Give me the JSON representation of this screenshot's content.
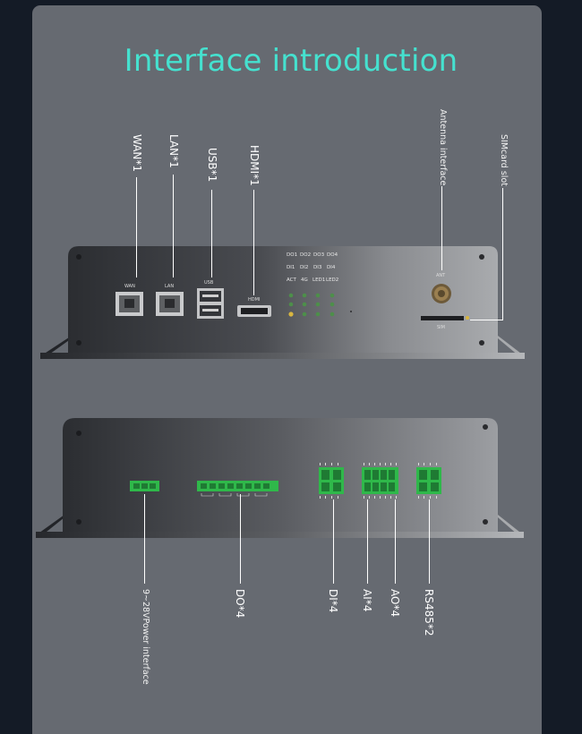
{
  "title": "Interface introduction",
  "top_callouts": {
    "wan": "WAN*1",
    "lan": "LAN*1",
    "usb": "USB*1",
    "hdmi": "HDMI*1",
    "antenna": "Antenna interface",
    "simcard": "SIMcard slot"
  },
  "front_panel_labels": {
    "wan": "WAN",
    "lan": "LAN",
    "usb": "USB",
    "hdmi": "HDMI",
    "ant": "ANT",
    "sim": "SIM",
    "led_rows": [
      [
        "DO1",
        "DO2",
        "DO3",
        "DO4"
      ],
      [
        "DI1",
        "DI2",
        "DI3",
        "DI4"
      ],
      [
        "ACT",
        "4G",
        "LED1",
        "LED2"
      ]
    ]
  },
  "bottom_callouts": {
    "power": "9~28VPower interface",
    "do": "DO*4",
    "di": "DI*4",
    "ai": "AI*4",
    "ao": "AO*4",
    "rs485": "RS485*2"
  },
  "colors": {
    "background": "#141b26",
    "panel": "#666a71",
    "title": "#45e1cf",
    "terminal_green": "#2fb84a"
  }
}
